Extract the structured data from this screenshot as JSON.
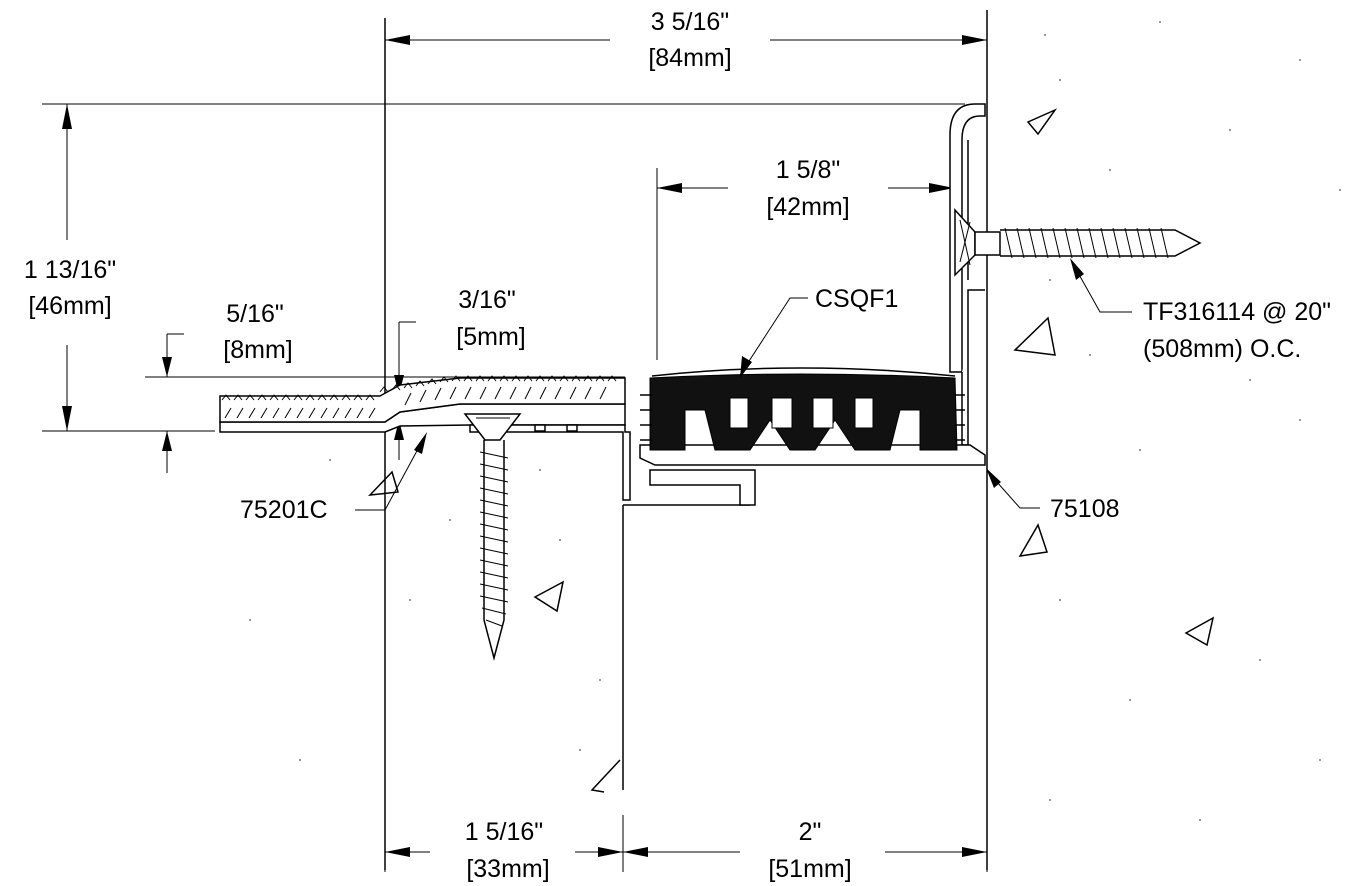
{
  "dimensions": {
    "overall_width": {
      "imperial": "3 5/16\"",
      "metric": "[84mm]"
    },
    "gland_width": {
      "imperial": "1 5/8\"",
      "metric": "[42mm]"
    },
    "overall_height": {
      "imperial": "1 13/16\"",
      "metric": "[46mm]"
    },
    "cover_thickness": {
      "imperial": "5/16\"",
      "metric": "[8mm]"
    },
    "cover_offset": {
      "imperial": "3/16\"",
      "metric": "[5mm]"
    },
    "left_span": {
      "imperial": "1 5/16\"",
      "metric": "[33mm]"
    },
    "right_span": {
      "imperial": "2\"",
      "metric": "[51mm]"
    }
  },
  "callouts": {
    "gland": "CSQF1",
    "anchor_line1": "TF316114 @ 20\"",
    "anchor_line2": "(508mm) O.C.",
    "cover_plate": "75201C",
    "wall_frame": "75108"
  }
}
